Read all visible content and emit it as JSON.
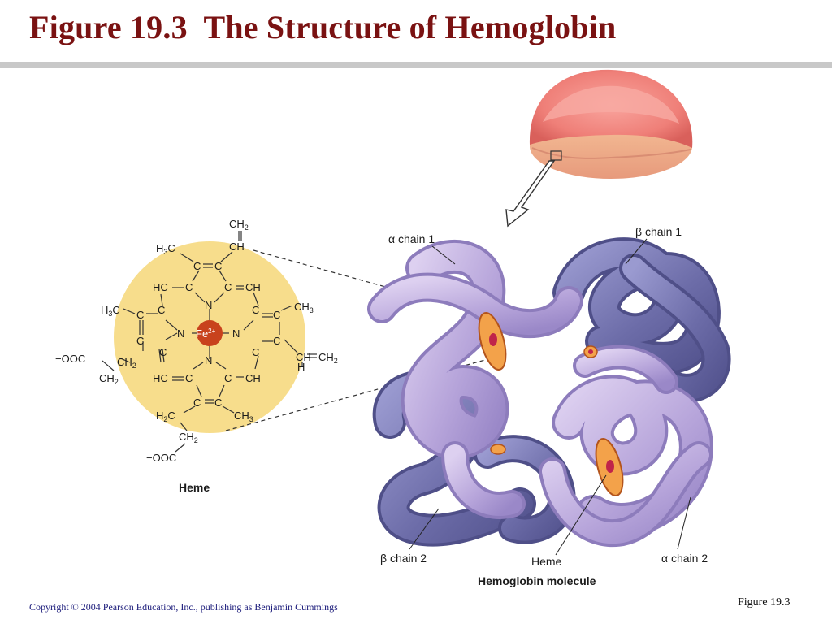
{
  "title": "Figure 19.3  The Structure of Hemoglobin",
  "heme_caption": "Heme",
  "molecule_caption": "Hemoglobin molecule",
  "labels": {
    "alpha1": "α chain 1",
    "beta1": "β chain 1",
    "beta2": "β chain 2",
    "alpha2": "α chain 2",
    "heme": "Heme"
  },
  "heme_structure": {
    "fe": "Fe",
    "fe_charge": "2+",
    "ch2_top": "CH",
    "ch_top": "CH",
    "h3c_top": "H",
    "c1": "C",
    "c2": "C",
    "c3": "C",
    "c4": "C",
    "c5": "C",
    "c6": "C",
    "c7": "C",
    "c8": "C",
    "c9": "C",
    "c10": "C",
    "c11": "C",
    "c12": "C",
    "c13": "C",
    "c14": "C",
    "c15": "C",
    "c16": "C",
    "c17": "C",
    "c18": "C",
    "c19": "C",
    "c20": "C",
    "hc_upper": "HC",
    "ch_upper_right": "C",
    "ch_upper_right2": "CH",
    "hc_lower": "HC",
    "ch_lower_right2": "CH",
    "n_top": "N",
    "n_left": "N",
    "n_right": "N",
    "n_bottom": "N",
    "h3c_left": "H",
    "ch3_right": "CH",
    "ch_vinyl_right": "CH",
    "ch2_vinyl_right": "CH",
    "h_vinyl_right": "H",
    "ooc_left": "OOC",
    "ch2_left_a": "CH",
    "ch2_left_b": "CH",
    "h2c_bottom": "H",
    "ch3_bottom": "CH",
    "ch2_bottom": "CH",
    "ooc_bottom": "OOC",
    "sub2": "2",
    "sub3": "3",
    "minus": "−"
  },
  "footer": "Copyright © 2004 Pearson Education, Inc., publishing as Benjamin Cummings",
  "figure_ref": "Figure 19.3",
  "colors": {
    "title": "#7a1212",
    "heme_disc": "#f7dd8c",
    "iron": "#c8421d",
    "alpha_chain": "#b9a8d9",
    "beta_chain": "#6f6fa8",
    "rbc": "#f07f7a"
  }
}
